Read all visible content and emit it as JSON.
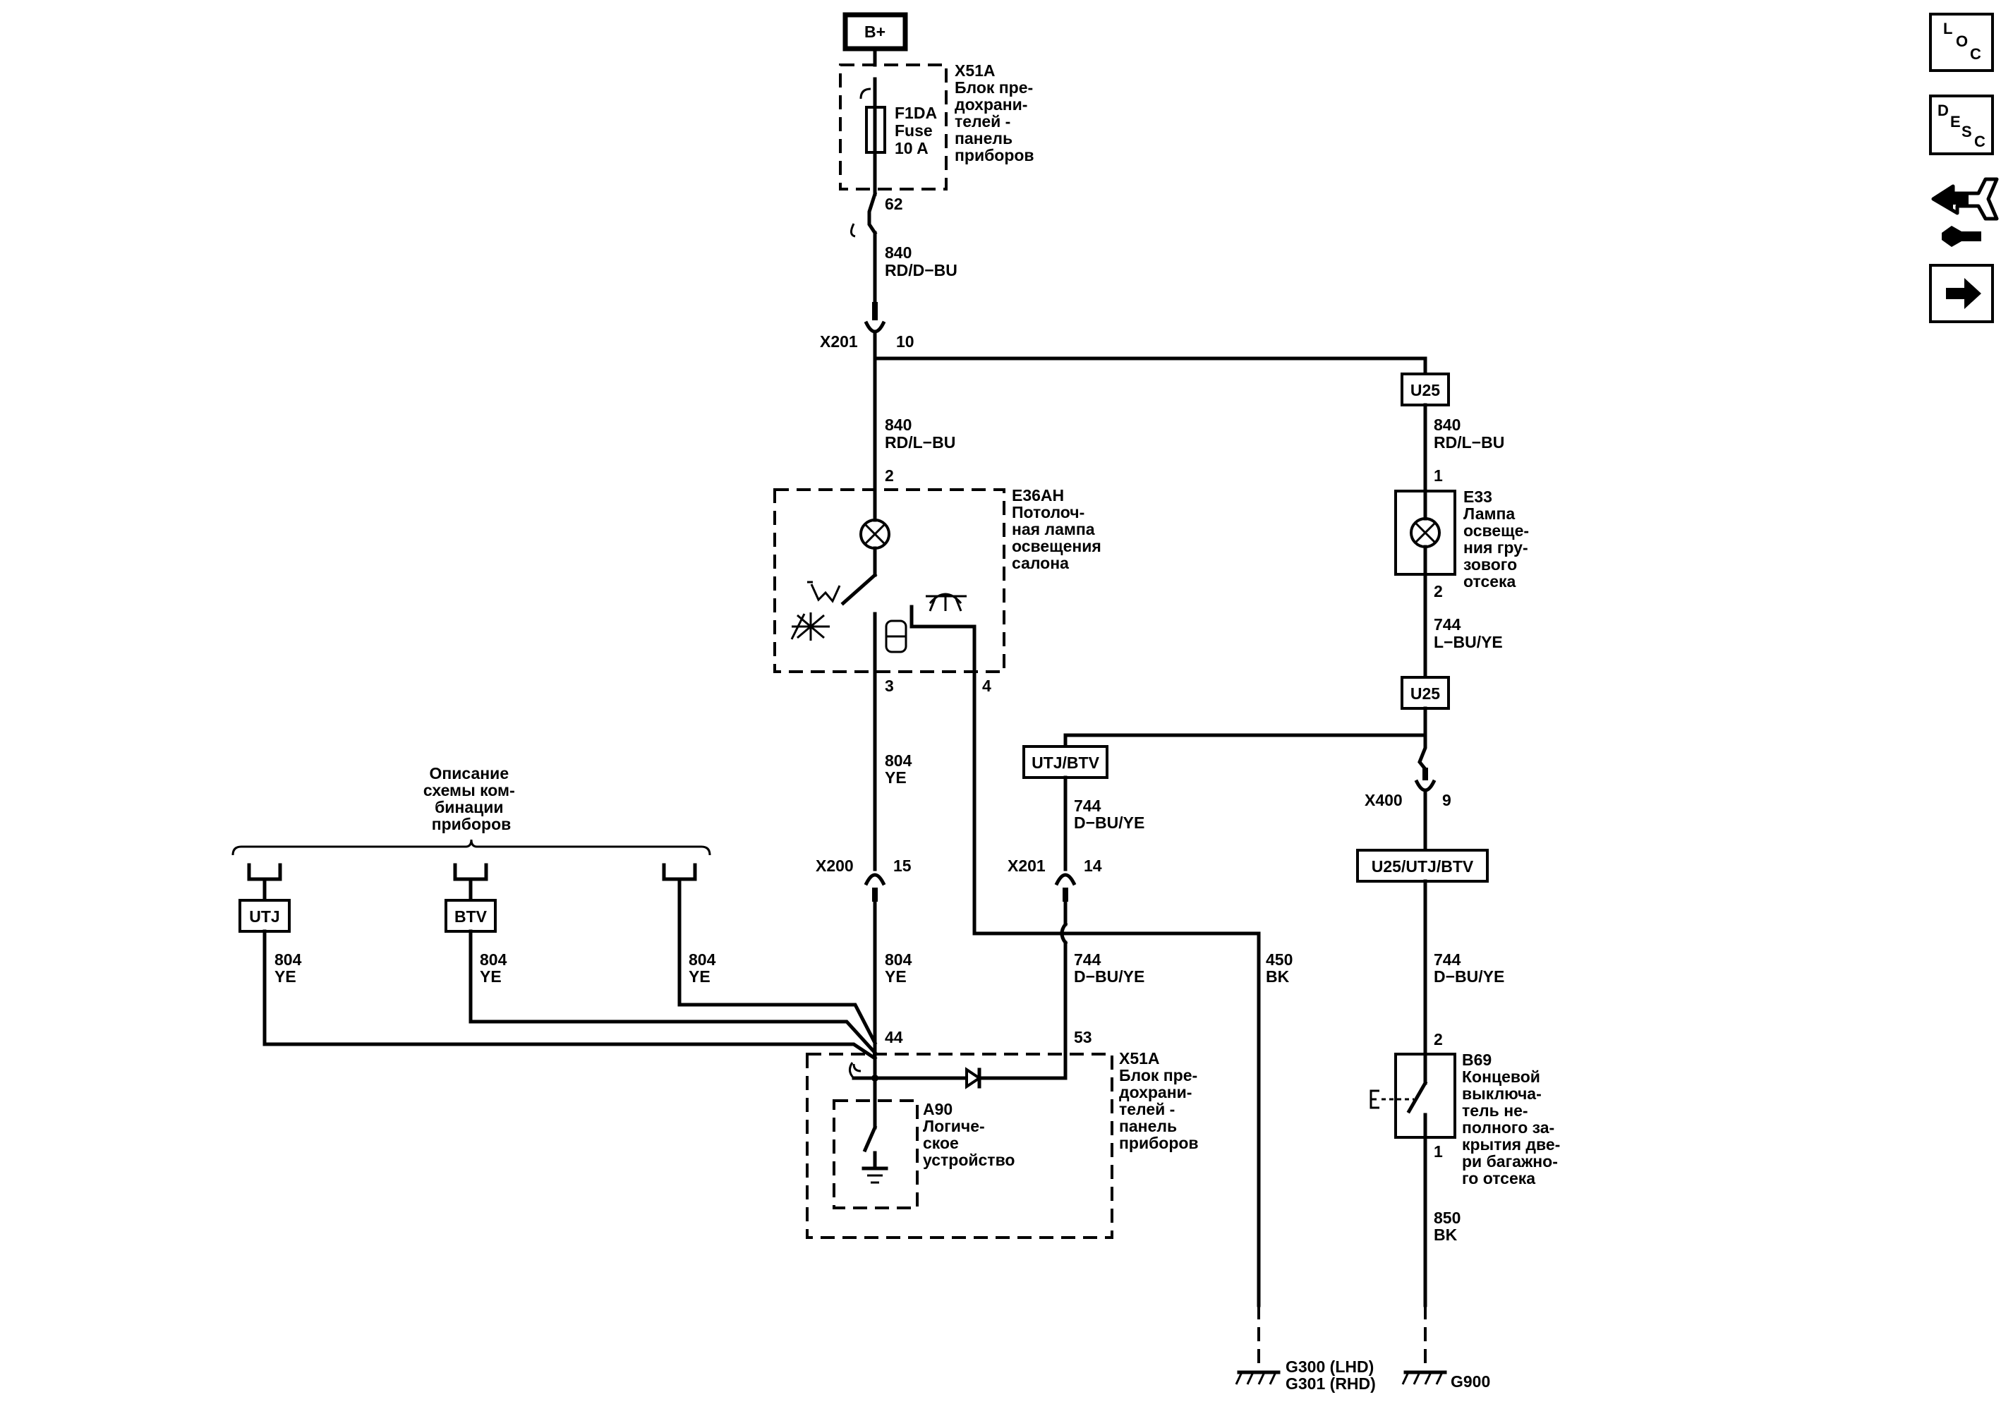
{
  "supply": {
    "label": "B+"
  },
  "fuse_block_top": {
    "ref": "X51A",
    "desc": [
      "Блок пре-",
      "дохрани-",
      "телей -",
      "панель",
      "приборов"
    ],
    "fuse_lines": [
      "F1DA",
      "Fuse",
      "10 A"
    ],
    "pin": "62"
  },
  "wires": {
    "w840_top": {
      "num": "840",
      "color": "RD/D−BU"
    },
    "w840_mid": {
      "num": "840",
      "color": "RD/L−BU"
    },
    "w840_right": {
      "num": "840",
      "color": "RD/L−BU"
    },
    "w744_right_top": {
      "num": "744",
      "color": "L−BU/YE"
    },
    "w804_mid": {
      "num": "804",
      "color": "YE"
    },
    "w744_center_top": {
      "num": "744",
      "color": "D−BU/YE"
    },
    "w804_utj": {
      "num": "804",
      "color": "YE"
    },
    "w804_btv": {
      "num": "804",
      "color": "YE"
    },
    "w804_third": {
      "num": "804",
      "color": "YE"
    },
    "w804_lower": {
      "num": "804",
      "color": "YE"
    },
    "w744_center_low": {
      "num": "744",
      "color": "D−BU/YE"
    },
    "w450": {
      "num": "450",
      "color": "BK"
    },
    "w744_right_low": {
      "num": "744",
      "color": "D−BU/YE"
    },
    "w850": {
      "num": "850",
      "color": "BK"
    }
  },
  "connectors": {
    "x201_top": {
      "ref": "X201",
      "pin": "10"
    },
    "x200": {
      "ref": "X200",
      "pin": "15"
    },
    "x201_mid": {
      "ref": "X201",
      "pin": "14"
    },
    "x400": {
      "ref": "X400",
      "pin": "9"
    }
  },
  "option_labels": {
    "u25_top": "U25",
    "u25_mid": "U25",
    "utj_btv": "UTJ/BTV",
    "u25_utj_btv": "U25/UTJ/BTV",
    "utj": "UTJ",
    "btv": "BTV"
  },
  "components": {
    "e36ah": {
      "ref": "E36AH",
      "desc": [
        "Потолоч-",
        "ная лампа",
        "освещения",
        "салона"
      ],
      "pin_top": "2",
      "pin_bl": "3",
      "pin_br": "4"
    },
    "e33": {
      "ref": "E33",
      "desc": [
        "Лампа",
        "освеще-",
        "ния гру-",
        "зового",
        "отсека"
      ],
      "pin_top": "1",
      "pin_bottom": "2"
    },
    "x51a_bottom": {
      "ref": "X51A",
      "desc": [
        "Блок пре-",
        "дохрани-",
        "телей -",
        "панель",
        "приборов"
      ],
      "pin_left": "44",
      "pin_right": "53"
    },
    "a90": {
      "ref": "A90",
      "desc": [
        "Логиче-",
        "ское",
        "устройство"
      ]
    },
    "b69": {
      "ref": "B69",
      "desc": [
        "Концевой",
        "выключа-",
        "тель не-",
        "полного за-",
        "крытия две-",
        "ри багажно-",
        "го отсека"
      ],
      "pin_top": "2",
      "pin_bottom": "1"
    }
  },
  "cluster_ref": {
    "lines": [
      "Описание",
      "схемы ком-",
      "бинации",
      "приборов"
    ]
  },
  "grounds": {
    "g300": {
      "lines": [
        "G300 (LHD)",
        "G301 (RHD)"
      ]
    },
    "g900": {
      "label": "G900"
    }
  },
  "sidebar": {
    "loc": {
      "letters": [
        "L",
        "O",
        "C"
      ]
    },
    "desc": {
      "letters": [
        "D",
        "E",
        "S",
        "C"
      ]
    },
    "icons": [
      "connector-end-view-icon",
      "next-page-arrow-icon"
    ]
  }
}
